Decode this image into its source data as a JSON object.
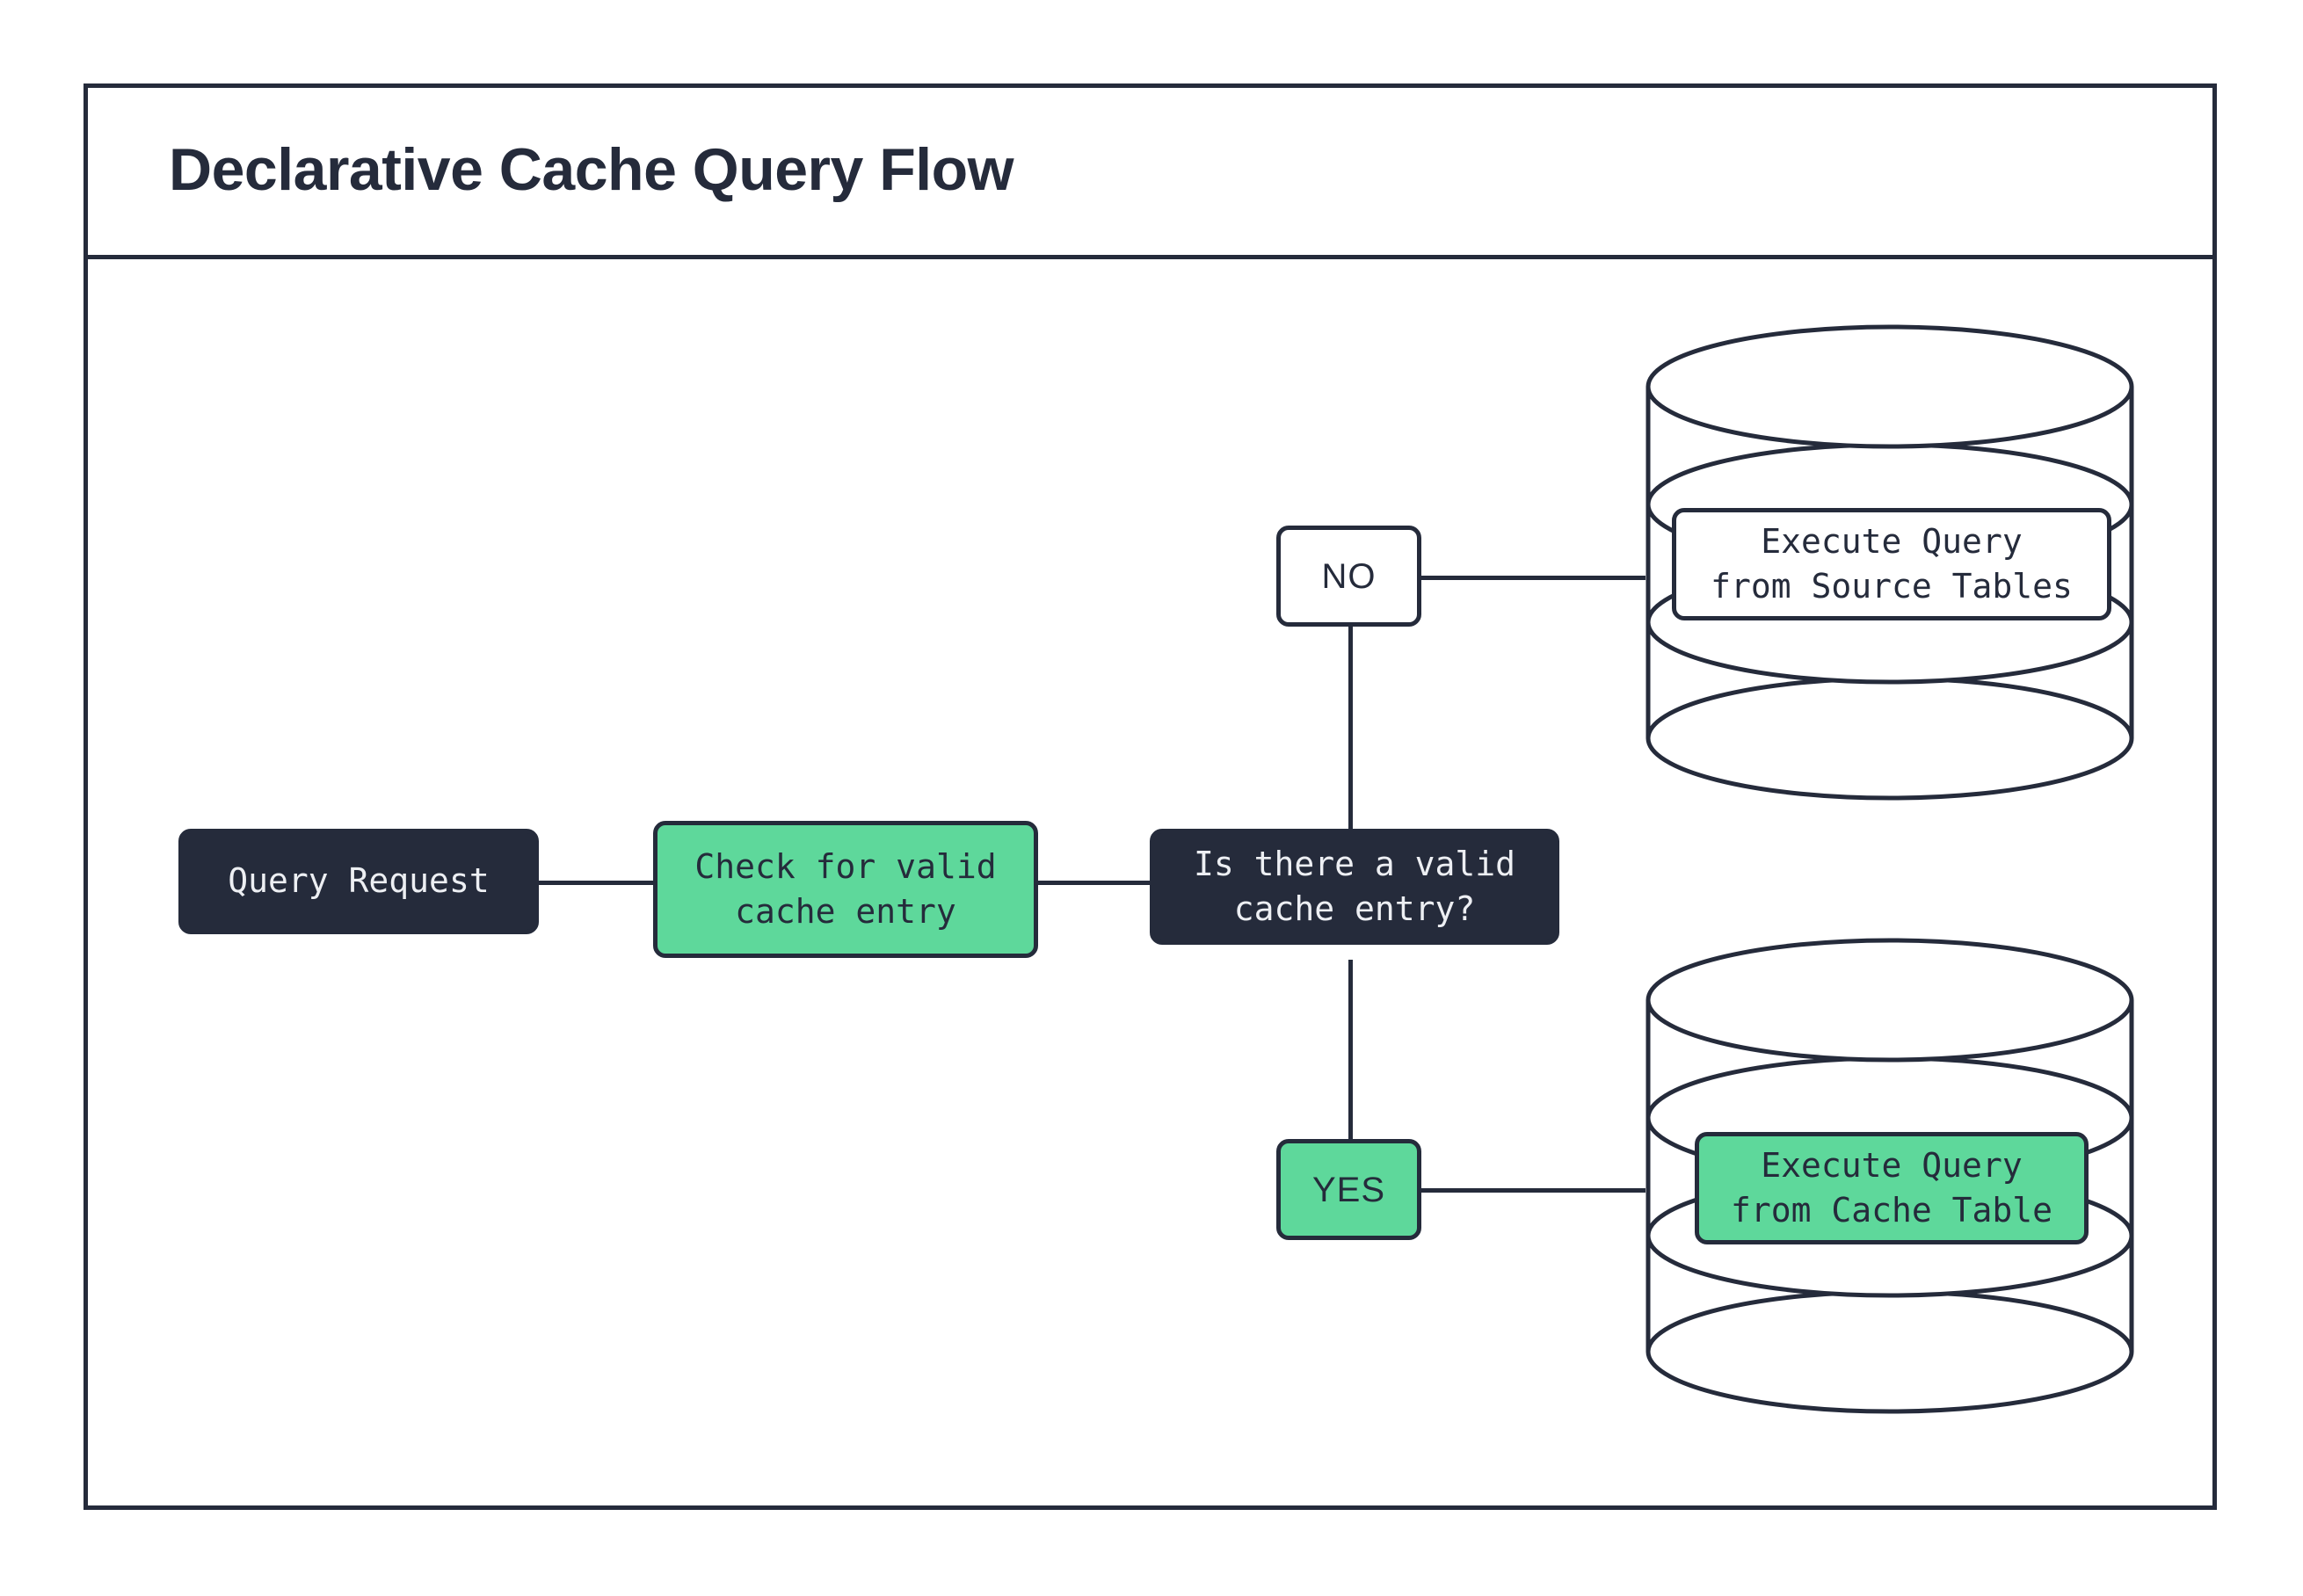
{
  "diagram": {
    "title": "Declarative Cache Query Flow",
    "type": "flowchart",
    "theme": {
      "background": "#ffffff",
      "stroke": "#252B3B",
      "dark_fill": "#252B3B",
      "dark_text": "#EDEFF3",
      "accent_green": "#5ED89B",
      "light_fill": "#ffffff",
      "text": "#252B3B"
    },
    "nodes": [
      {
        "id": "query-request",
        "label": "Query Request",
        "style": "dark",
        "shape": "rounded-rect"
      },
      {
        "id": "check-cache",
        "label": "Check for valid\ncache entry",
        "style": "green",
        "shape": "rounded-rect"
      },
      {
        "id": "decision",
        "label": "Is there a valid\ncache entry?",
        "style": "dark",
        "shape": "rounded-rect"
      },
      {
        "id": "branch-no",
        "label": "NO",
        "style": "white",
        "shape": "rounded-rect"
      },
      {
        "id": "branch-yes",
        "label": "YES",
        "style": "green",
        "shape": "rounded-rect"
      },
      {
        "id": "source-db",
        "label": "Execute Query\nfrom Source Tables",
        "style": "white",
        "shape": "database-cylinder"
      },
      {
        "id": "cache-db",
        "label": "Execute Query\nfrom Cache Table",
        "style": "green",
        "shape": "database-cylinder"
      }
    ],
    "edges": [
      {
        "from": "query-request",
        "to": "check-cache"
      },
      {
        "from": "check-cache",
        "to": "decision"
      },
      {
        "from": "decision",
        "to": "branch-no"
      },
      {
        "from": "decision",
        "to": "branch-yes"
      },
      {
        "from": "branch-no",
        "to": "source-db"
      },
      {
        "from": "branch-yes",
        "to": "cache-db"
      }
    ]
  }
}
